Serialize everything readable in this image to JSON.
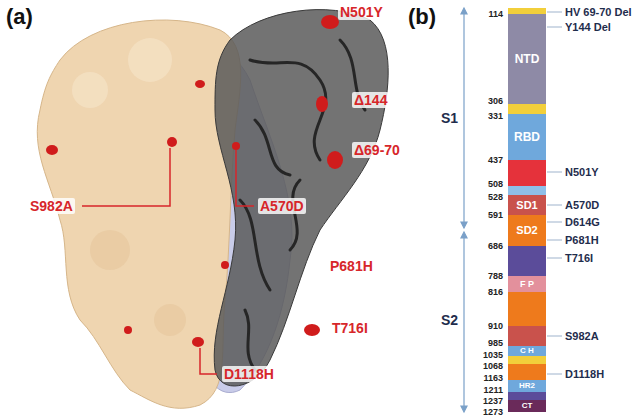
{
  "diagram": {
    "nodes": [
      {
        "text": [
          "NTD"
        ]
      },
      {
        "text": [
          "RBD"
        ]
      },
      {
        "text": [
          "SD1"
        ]
      },
      {
        "text": [
          "SD2"
        ]
      },
      {
        "text": [
          "F P"
        ]
      },
      {
        "text": [
          "C H"
        ]
      },
      {
        "text": [
          "HR2"
        ]
      },
      {
        "text": [
          "CT"
        ]
      }
    ],
    "labels": [
      "(a)",
      "N501Y",
      "Δ144",
      "Δ69-70",
      "S982A",
      "A570D",
      "P681H",
      "T716I",
      "D1118H",
      "(b)",
      "S1",
      "S2",
      "114",
      "306",
      "331",
      "437",
      "508",
      "528",
      "591",
      "686",
      "788",
      "816",
      "910",
      "985",
      "1035",
      "1068",
      "1163",
      "1211",
      "1237",
      "1273",
      "HV 69-70 Del",
      "Y144 Del",
      "N501Y",
      "A570D",
      "D614G",
      "P681H",
      "T716I",
      "S982A",
      "D1118H"
    ]
  }
}
